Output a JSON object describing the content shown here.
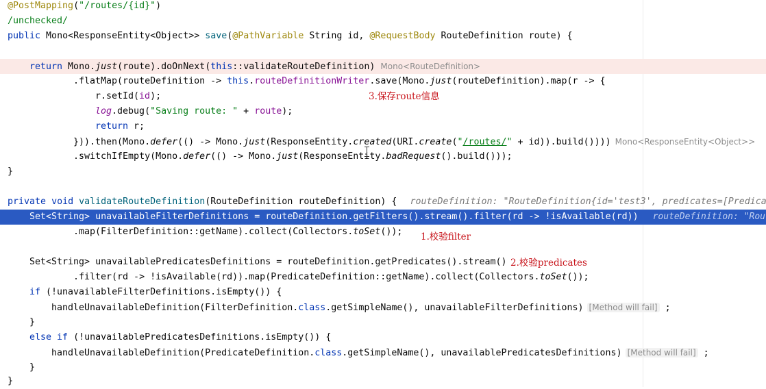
{
  "code": {
    "l1": {
      "ann": "@PostMapping",
      "open": "(",
      "str": "\"/routes/{id}\"",
      "close": ")"
    },
    "l2": {
      "text": "/unchecked/"
    },
    "l3": {
      "kw": "public",
      "t1": " Mono<ResponseEntity<Object>> ",
      "fn": "save",
      "t2": "(",
      "a1": "@PathVariable",
      "t3": " String id, ",
      "a2": "@RequestBody",
      "t4": " RouteDefinition route) {"
    },
    "l5": {
      "kw": "return",
      "t1": " Mono.",
      "st": "just",
      "t2": "(route).doOnNext(",
      "kw2": "this",
      "t3": "::validateRouteDefinition)",
      "hint": "Mono<RouteDefinition>"
    },
    "l6": {
      "t1": ".flatMap(routeDefinition -> ",
      "kw": "this",
      "t2": ".",
      "fld": "routeDefinitionWriter",
      "t3": ".save(Mono.",
      "st": "just",
      "t4": "(routeDefinition).map(r -> {"
    },
    "l7": {
      "t1": "r.setId(",
      "fld": "id",
      "t2": ");"
    },
    "l8": {
      "fld": "log",
      "t1": ".debug(",
      "str": "\"Saving route: \"",
      "t2": " + ",
      "fld2": "route",
      "t3": ");"
    },
    "l9": {
      "kw": "return",
      "t1": " r;"
    },
    "l10": {
      "t1": "})).then(Mono.",
      "st1": "defer",
      "t2": "(() -> Mono.",
      "st2": "just",
      "t3": "(ResponseEntity.",
      "st3": "created",
      "t4": "(URI.",
      "st4": "create",
      "t5": "(",
      "s1": "\"",
      "link": "/routes/",
      "s2": "\"",
      "t6": " + id)).build())))",
      "hint": "Mono<ResponseEntity<Object>>"
    },
    "l11": {
      "t1": ".switchIfEmpty(Mono.",
      "st1": "defer",
      "t2": "(() -> Mono.",
      "st2": "just",
      "t3": "(ResponseEntity.",
      "st3": "badRequest",
      "t4": "().build()));"
    },
    "l12": {
      "text": "}"
    },
    "l14": {
      "kw1": "private",
      "sp": " ",
      "kw2": "void",
      "sp2": " ",
      "fn": "validateRouteDefinition",
      "t1": "(RouteDefinition routeDefinition) {",
      "hint": "routeDefinition: \"RouteDefinition{id='test3', predicates=[Predica"
    },
    "l15": {
      "t1": "Set<String> unavailableFilterDefinitions = routeDefinition.getFilters().stream().filter(rd -> !isAvailable(rd))",
      "hint": "routeDefinition: \"Rou"
    },
    "l16": {
      "t1": ".map(FilterDefinition::getName).collect(Collectors.",
      "st": "toSet",
      "t2": "());"
    },
    "l18": {
      "t1": "Set<String> unavailablePredicatesDefinitions = routeDefinition.getPredicates().stream()"
    },
    "l19": {
      "t1": ".filter(rd -> !isAvailable(rd)).map(PredicateDefinition::getName).collect(Collectors.",
      "st": "toSet",
      "t2": "());"
    },
    "l20": {
      "kw": "if",
      "t1": " (!unavailableFilterDefinitions.isEmpty()) {"
    },
    "l21": {
      "t1": "handleUnavailableDefinition(FilterDefinition.",
      "kw": "class",
      "t2": ".getSimpleName(), unavailableFilterDefinitions)",
      "badge": "[Method will fail]",
      "t3": " ;"
    },
    "l22": {
      "text": "}"
    },
    "l23": {
      "kw1": "else",
      "sp": " ",
      "kw2": "if",
      "t1": " (!unavailablePredicatesDefinitions.isEmpty()) {"
    },
    "l24": {
      "t1": "handleUnavailableDefinition(PredicateDefinition.",
      "kw": "class",
      "t2": ".getSimpleName(), unavailablePredicatesDefinitions)",
      "badge": "[Method will fail]",
      "t3": " ;"
    },
    "l25": {
      "text": "}"
    },
    "l26": {
      "text": "}"
    }
  },
  "notes": {
    "n1": "1.校验filter",
    "n2": "2.校验predicates",
    "n3": "3.保存route信息"
  }
}
